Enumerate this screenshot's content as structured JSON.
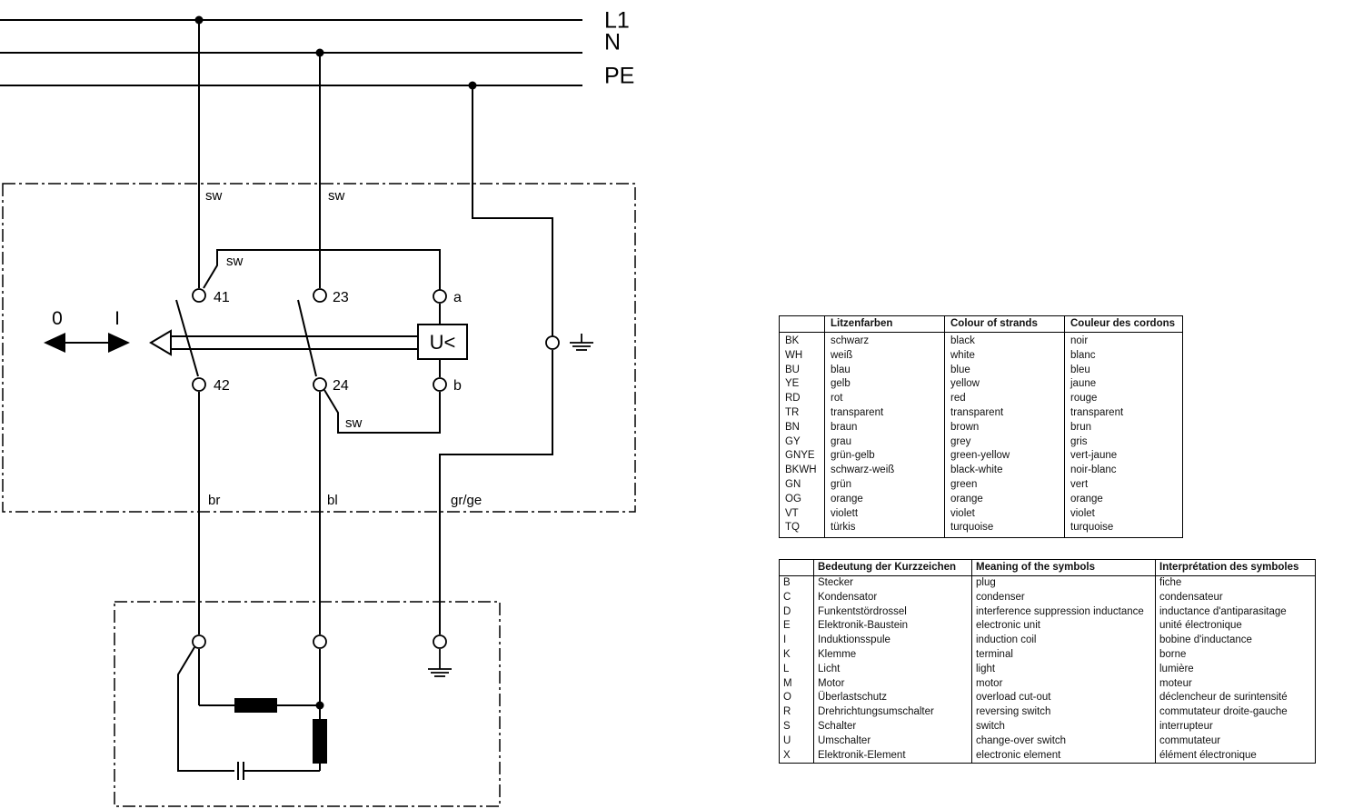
{
  "rails": {
    "l1": "L1",
    "n": "N",
    "pe": "PE"
  },
  "wire_colors": {
    "sw1": "sw",
    "sw2": "sw",
    "sw3": "sw",
    "sw4": "sw",
    "br": "br",
    "bl": "bl",
    "grge": "gr/ge"
  },
  "switch": {
    "pos_off": "0",
    "pos_on": "I",
    "t41": "41",
    "t42": "42",
    "t23": "23",
    "t24": "24",
    "ta": "a",
    "tb": "b",
    "coil": "U<"
  },
  "colors_table": {
    "headers": [
      "",
      "Litzenfarben",
      "Colour of strands",
      "Couleur des cordons"
    ],
    "rows": [
      [
        "BK",
        "schwarz",
        "black",
        "noir"
      ],
      [
        "WH",
        "weiß",
        "white",
        "blanc"
      ],
      [
        "BU",
        "blau",
        "blue",
        "bleu"
      ],
      [
        "YE",
        "gelb",
        "yellow",
        "jaune"
      ],
      [
        "RD",
        "rot",
        "red",
        "rouge"
      ],
      [
        "TR",
        "transparent",
        "transparent",
        "transparent"
      ],
      [
        "BN",
        "braun",
        "brown",
        "brun"
      ],
      [
        "GY",
        "grau",
        "grey",
        "gris"
      ],
      [
        "GNYE",
        "grün-gelb",
        "green-yellow",
        "vert-jaune"
      ],
      [
        "BKWH",
        "schwarz-weiß",
        "black-white",
        "noir-blanc"
      ],
      [
        "GN",
        "grün",
        "green",
        "vert"
      ],
      [
        "OG",
        "orange",
        "orange",
        "orange"
      ],
      [
        "VT",
        "violett",
        "violet",
        "violet"
      ],
      [
        "TQ",
        "türkis",
        "turquoise",
        "turquoise"
      ]
    ]
  },
  "symbols_table": {
    "headers": [
      "",
      "Bedeutung der Kurzzeichen",
      "Meaning of the symbols",
      "Interprétation des symboles"
    ],
    "rows": [
      [
        "B",
        "Stecker",
        "plug",
        "fiche"
      ],
      [
        "C",
        "Kondensator",
        "condenser",
        "condensateur"
      ],
      [
        "D",
        "Funkentstördrossel",
        "interference suppression inductance",
        "inductance d'antiparasitage"
      ],
      [
        "E",
        "Elektronik-Baustein",
        "electronic unit",
        "unité électronique"
      ],
      [
        "I",
        "Induktionsspule",
        "induction coil",
        "bobine d'inductance"
      ],
      [
        "K",
        "Klemme",
        "terminal",
        "borne"
      ],
      [
        "L",
        "Licht",
        "light",
        "lumière"
      ],
      [
        "M",
        "Motor",
        "motor",
        "moteur"
      ],
      [
        "O",
        "Überlastschutz",
        "overload cut-out",
        "déclencheur de surintensité"
      ],
      [
        "R",
        "Drehrichtungsumschalter",
        "reversing switch",
        "commutateur droite-gauche"
      ],
      [
        "S",
        "Schalter",
        "switch",
        "interrupteur"
      ],
      [
        "U",
        "Umschalter",
        "change-over switch",
        "commutateur"
      ],
      [
        "X",
        "Elektronik-Element",
        "electronic element",
        "élément électronique"
      ]
    ]
  }
}
